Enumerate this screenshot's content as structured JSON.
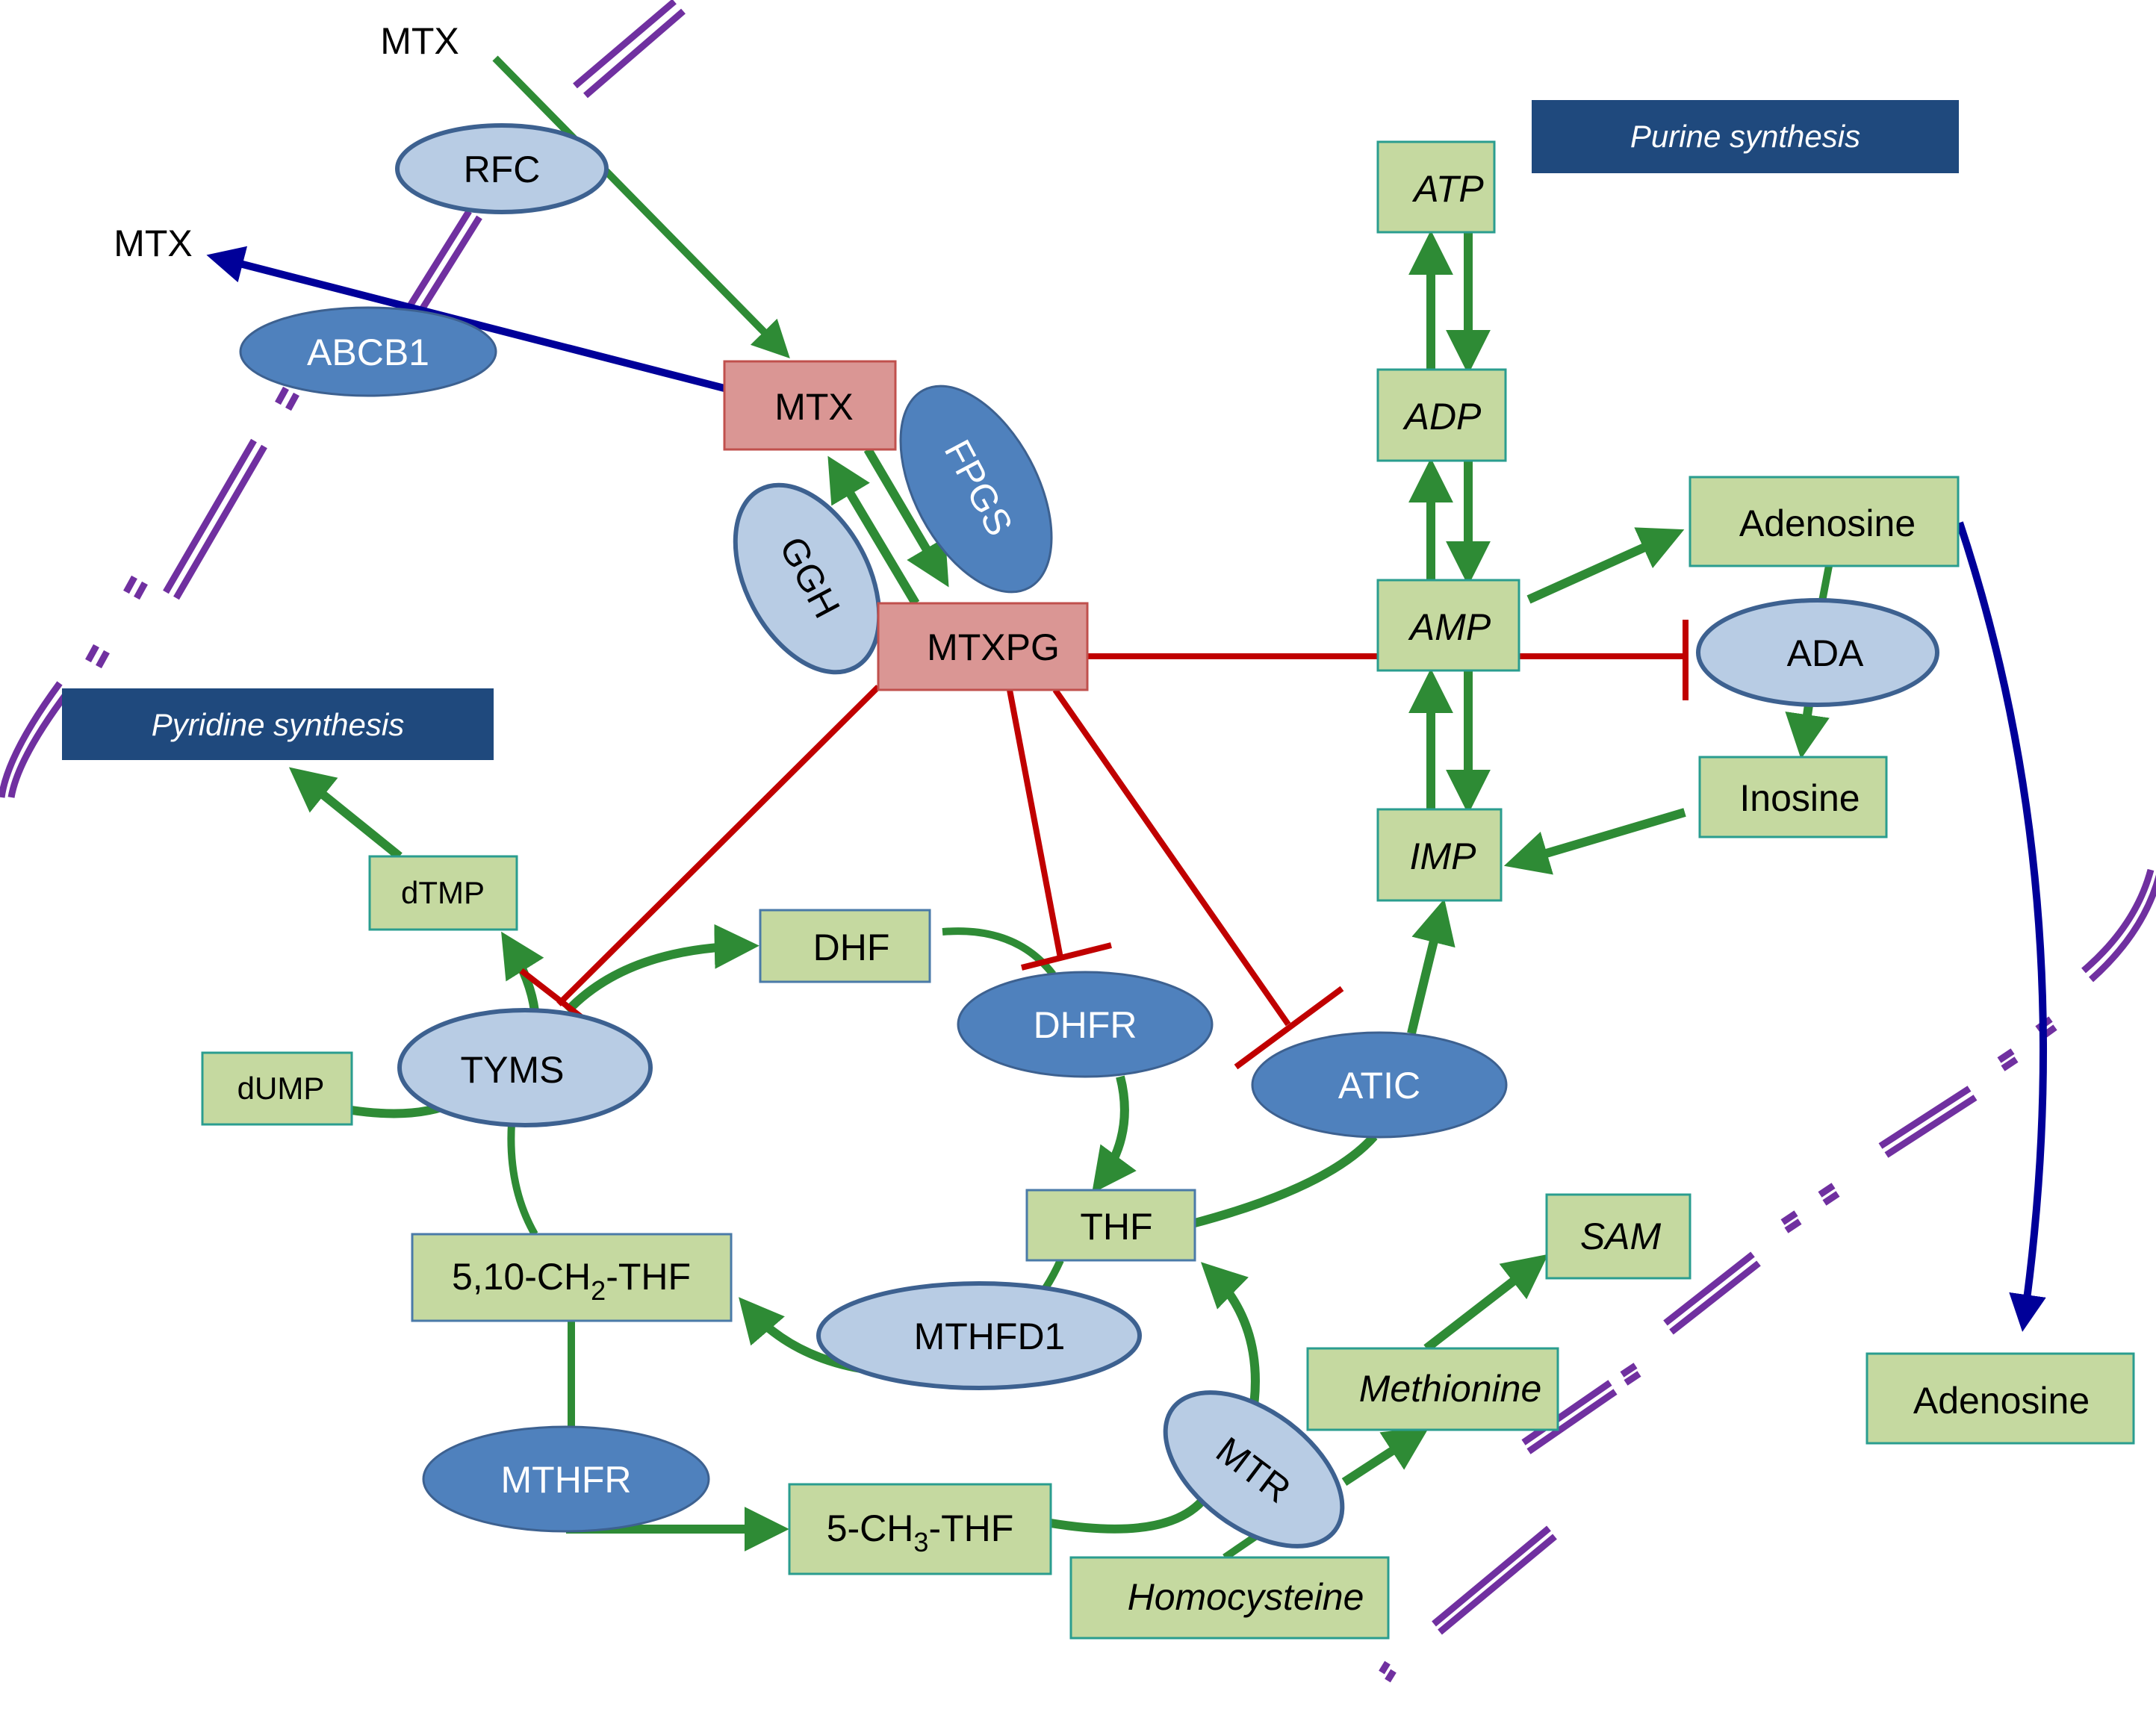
{
  "figure": {
    "title": "Methotrexate (MTX) pathway",
    "colors": {
      "metabolite_fill": "#c5d9a0",
      "metabolite_border": "#2a9d8f",
      "drug_fill": "#da9694",
      "enzyme_light": "#b8cce4",
      "enzyme_dark": "#4f81bd",
      "header": "#1f497d",
      "activation_arrow": "#2e8b35",
      "inhibition": "#c00000",
      "transport_arrow": "#000099",
      "membrane": "#7030a0"
    }
  },
  "headers": {
    "purine": "Purine synthesis",
    "pyridine": "Pyridine synthesis"
  },
  "extracellular": {
    "mtx_in": "MTX",
    "mtx_out": "MTX"
  },
  "drugs": {
    "mtx": "MTX",
    "mtxpg": "MTXPG"
  },
  "enzymes": {
    "rfc": "RFC",
    "abcb1": "ABCB1",
    "fpgs": "FPGS",
    "ggh": "GGH",
    "tyms": "TYMS",
    "dhfr": "DHFR",
    "atic": "ATIC",
    "ada": "ADA",
    "mthfd1": "MTHFD1",
    "mthfr": "MTHFR",
    "mtr": "MTR"
  },
  "metabolites": {
    "atp": "ATP",
    "adp": "ADP",
    "amp": "AMP",
    "imp": "IMP",
    "adenosine": "Adenosine",
    "inosine": "Inosine",
    "adenosine_out": "Adenosine",
    "dtmp": "dTMP",
    "dump": "dUMP",
    "dhf": "DHF",
    "thf": "THF",
    "ch2thf_pre": "5,10-CH",
    "ch2thf_sub": "2",
    "ch2thf_post": "-THF",
    "ch3thf_pre": "5-CH",
    "ch3thf_sub": "3",
    "ch3thf_post": "-THF",
    "sam": "SAM",
    "methionine": "Methionine",
    "homocysteine": "Homocysteine"
  }
}
